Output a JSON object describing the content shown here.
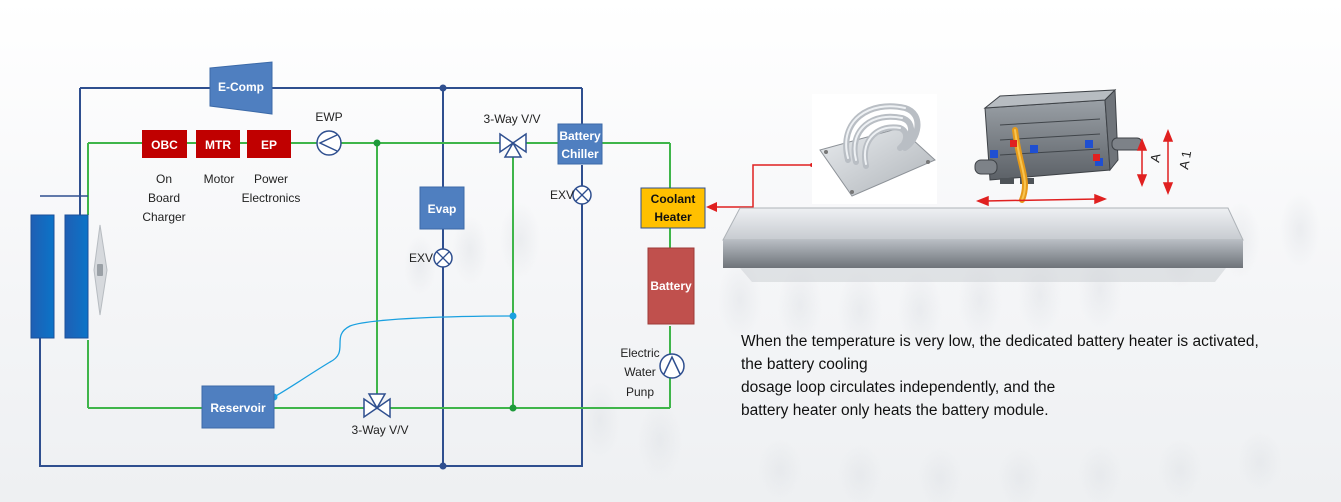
{
  "components": {
    "ecomp": "E-Comp",
    "obc": "OBC",
    "mtr": "MTR",
    "ep": "EP",
    "ewp": "EWP",
    "valve_top": "3-Way V/V",
    "chiller_line1": "Battery",
    "chiller_line2": "Chiller",
    "exv_right": "EXV",
    "coolant_line1": "Coolant",
    "coolant_line2": "Heater",
    "evap": "Evap",
    "exv_mid": "EXV",
    "battery": "Battery",
    "reservoir": "Reservoir",
    "valve_bottom": "3-Way V/V"
  },
  "labels": {
    "obc_line1": "On",
    "obc_line2": "Board",
    "obc_line3": "Charger",
    "motor": "Motor",
    "ep_line1": "Power",
    "ep_line2": "Electronics",
    "pump_line1": "Electric",
    "pump_line2": "Water",
    "pump_line3": "Punp"
  },
  "heater_dims": {
    "a": "A",
    "a1": "A 1"
  },
  "description": [
    "When the temperature is very low, the dedicated battery heater is activated,",
    "the battery cooling",
    "dosage loop circulates independently, and the",
    "battery heater only heats the battery module."
  ],
  "colors": {
    "refrigerant_line": "#2f4f8f",
    "coolant_line": "#3fb54a",
    "blue_component": "#4f7fc0",
    "red_component": "#c00000",
    "coolant_heater": "#ffc000",
    "battery": "#c0504d",
    "connector": "#e02020"
  }
}
